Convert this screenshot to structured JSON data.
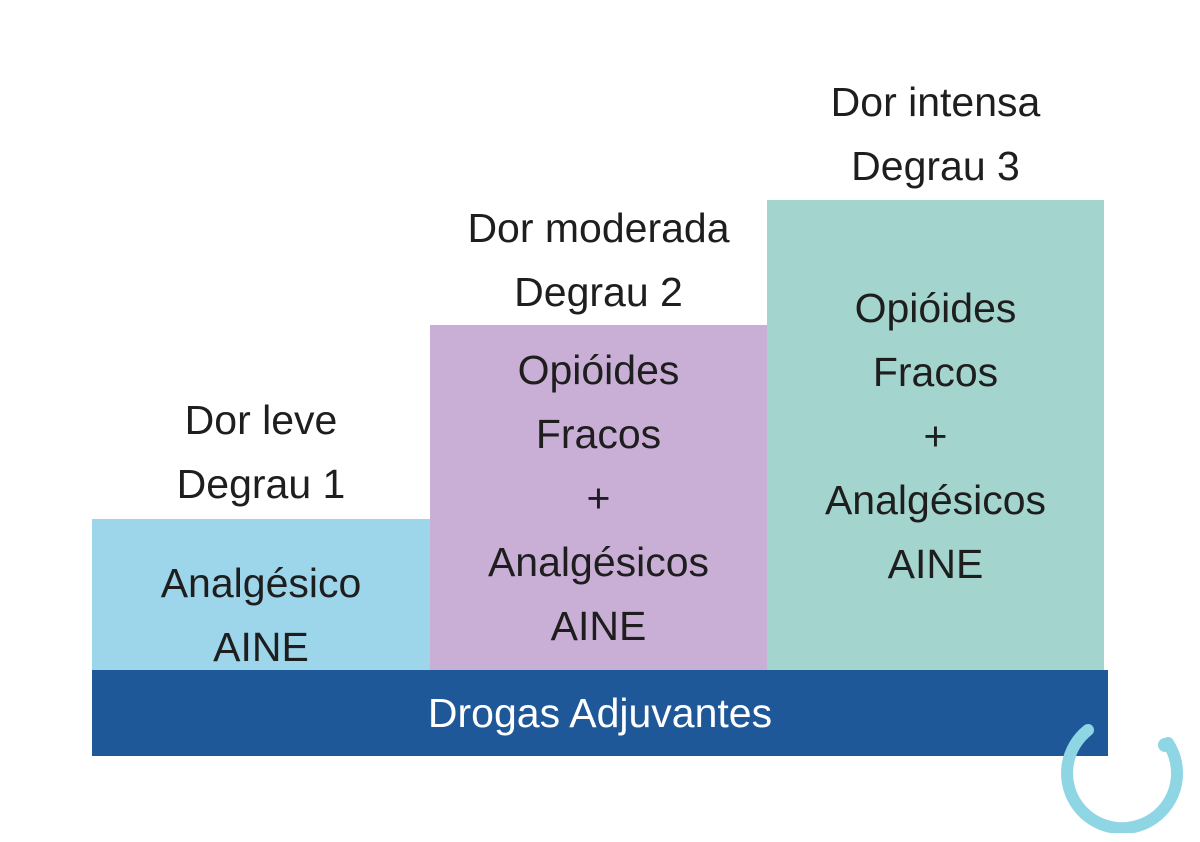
{
  "steps": [
    {
      "caption_line1": "Dor leve",
      "caption_line2": "Degrau 1",
      "box_lines": [
        "Analgésico",
        "AINE"
      ],
      "color": "#9dd5ea"
    },
    {
      "caption_line1": "Dor moderada",
      "caption_line2": "Degrau 2",
      "box_lines": [
        "Opióides",
        "Fracos",
        "+",
        "Analgésicos",
        "AINE"
      ],
      "color": "#c9aed5"
    },
    {
      "caption_line1": "Dor intensa",
      "caption_line2": "Degrau 3",
      "box_lines": [
        "Opióides",
        "Fracos",
        "+",
        "Analgésicos",
        "AINE"
      ],
      "color": "#a3d4ce"
    }
  ],
  "base": {
    "label": "Drogas Adjuvantes",
    "color": "#1f5898"
  },
  "logo": {
    "icon": "smile-ring-icon",
    "color": "#8fd6e4"
  }
}
